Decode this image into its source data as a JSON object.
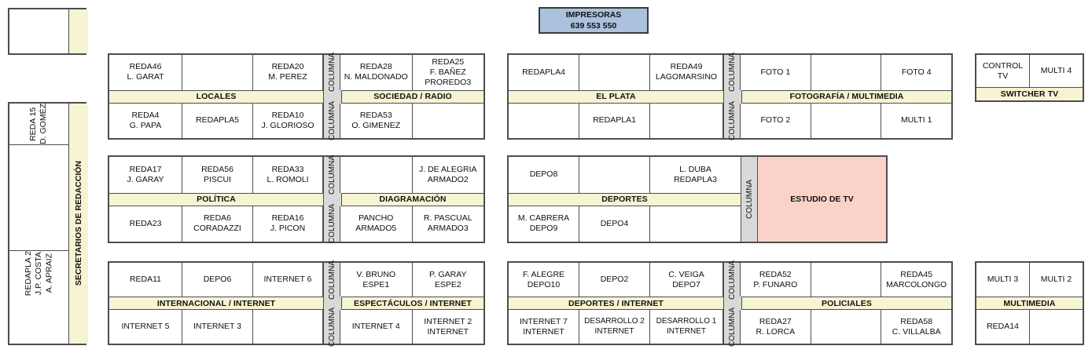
{
  "printers": {
    "title": "IMPRESORAS",
    "numbers": "639  553  550",
    "color": "#aac2dd"
  },
  "colors": {
    "band": "#f7f4d3",
    "column": "#d9d9d9",
    "studio": "#fbd2c8",
    "printers": "#aac2dd",
    "border": "#4d4d4d"
  },
  "column_label": "COLUMNA",
  "top_left_block": {
    "cell": "",
    "band": ""
  },
  "sidebar": {
    "band_label": "SECRETARIOS DE REDACCIÓN",
    "cells": [
      "REDA 15\nD. GOMÉZ",
      "",
      "REDAPLA 2\nJ.P. COSTA\nA. APRAIZ"
    ]
  },
  "groups": [
    {
      "id": "locales-sociedad",
      "left_label": "LOCALES",
      "right_label": "SOCIEDAD / RADIO",
      "top_left": [
        "REDA46\nL. GARAT",
        "",
        "REDA20\nM. PEREZ"
      ],
      "bottom_left": [
        "REDA4\nG. PAPA",
        "REDAPLA5",
        "REDA10\nJ. GLORIOSO"
      ],
      "top_right": [
        "REDA28\nN. MALDONADO",
        "REDA25\nF. BAÑEZ\nPROREDO3"
      ],
      "bottom_right": [
        "REDA53\nO. GIMENEZ",
        ""
      ]
    },
    {
      "id": "elplata-fotografia",
      "left_label": "EL PLATA",
      "right_label": "FOTOGRAFÍA / MULTIMEDIA",
      "top_left": [
        "REDAPLA4",
        "",
        "REDA49\nLAGOMARSINO"
      ],
      "bottom_left": [
        "",
        "REDAPLA1",
        ""
      ],
      "top_right": [
        "FOTO 1",
        "",
        "FOTO 4"
      ],
      "bottom_right": [
        "FOTO 2",
        "",
        "MULTI 1"
      ]
    },
    {
      "id": "switcher-tv",
      "label": "SWITCHER TV",
      "cells": [
        "CONTROL TV",
        "MULTI 4"
      ]
    },
    {
      "id": "politica-diagramacion",
      "left_label": "POLÍTICA",
      "right_label": "DIAGRAMACIÓN",
      "top_left": [
        "REDA17\nJ. GARAY",
        "REDA56\nPISCUI",
        "REDA33\nL. ROMOLI"
      ],
      "bottom_left": [
        "REDA23",
        "REDA6\nCORADAZZI",
        "REDA16\nJ. PICON"
      ],
      "top_right": [
        "",
        "J. DE ALEGRIA\nARMADO2"
      ],
      "bottom_right": [
        "PANCHO\nARMADO5",
        "R. PASCUAL\nARMADO3"
      ]
    },
    {
      "id": "deportes-estudio",
      "left_label": "DEPORTES",
      "studio_label": "ESTUDIO DE TV",
      "top_left": [
        "DEPO8",
        "",
        "L. DUBA\nREDAPLA3"
      ],
      "bottom_left": [
        "M. CABRERA\nDEPO9",
        "DEPO4",
        ""
      ]
    },
    {
      "id": "internacional-espectaculos",
      "left_label": "INTERNACIONAL / INTERNET",
      "right_label": "ESPECTÁCULOS / INTERNET",
      "top_left": [
        "REDA11",
        "DEPO6",
        "INTERNET 6"
      ],
      "bottom_left": [
        "INTERNET 5",
        "INTERNET 3",
        ""
      ],
      "top_right": [
        "V. BRUNO\nESPE1",
        "P. GARAY\nESPE2"
      ],
      "bottom_right": [
        "INTERNET 4",
        "INTERNET 2\nINTERNET"
      ]
    },
    {
      "id": "deportes-policiales",
      "left_label": "DEPORTES / INTERNET",
      "right_label": "POLICIALES",
      "top_left": [
        "F. ALEGRE\nDEPO10",
        "DEPO2",
        "C. VEIGA\nDEPO7"
      ],
      "bottom_left": [
        "INTERNET 7\nINTERNET",
        "DESARROLLO 2\nINTERNET",
        "DESARROLLO 1\nINTERNET"
      ],
      "top_right": [
        "REDA52\nP. FUNARO",
        "",
        "REDA45\nMARCOLONGO"
      ],
      "bottom_right": [
        "REDA27\nR. LORCA",
        "",
        "REDA58\nC. VILLALBA"
      ]
    },
    {
      "id": "multimedia",
      "label": "MULTIMEDIA",
      "top": [
        "MULTI 3",
        "MULTI 2"
      ],
      "bottom": [
        "REDA14",
        ""
      ]
    }
  ]
}
